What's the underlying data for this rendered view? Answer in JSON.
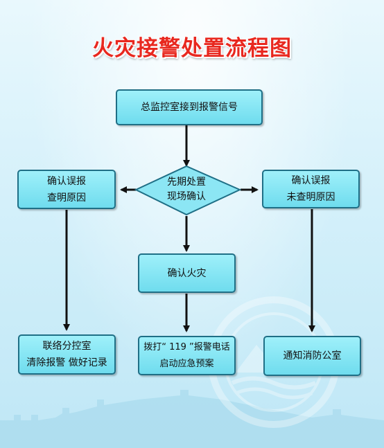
{
  "title": "火灾接警处置流程图",
  "nodes": {
    "receive": "总监控室接到报警信号",
    "decision": [
      "先期处置",
      "现场确认"
    ],
    "left_check": [
      "确认误报",
      "查明原因"
    ],
    "right_check": [
      "确认误报",
      "未查明原因"
    ],
    "confirm_fire": "确认火灾",
    "left_action": [
      "联络分控室",
      "清除报警 做好记录"
    ],
    "center_action": [
      "拨打“ 119 ”报警电话",
      "启动应急预案"
    ],
    "right_action": "通知消防公室"
  },
  "colors": {
    "title": "#e8281f",
    "box_fill": "#7fe3f2",
    "box_border": "#1f6f86",
    "arrow": "#111111"
  }
}
